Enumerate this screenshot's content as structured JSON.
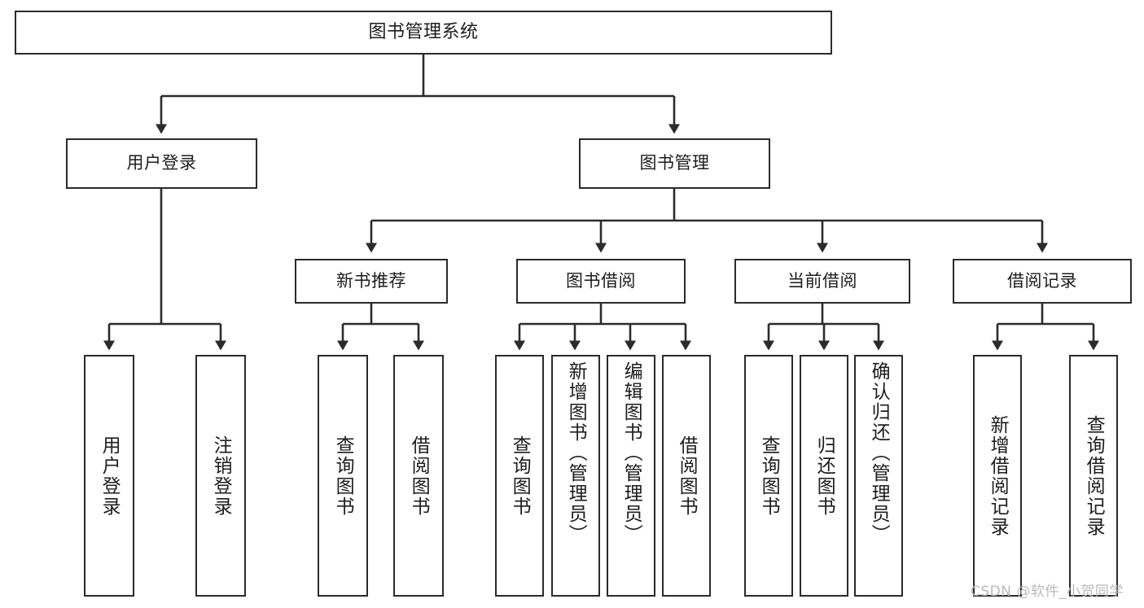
{
  "diagram": {
    "title": "图书管理系统",
    "type": "tree",
    "watermark": "CSDN @软件_小贺同学",
    "stroke_color": "#2b2b2b",
    "fill_color": "#ffffff",
    "text_color": "#1d1d1d",
    "root": {
      "label": "图书管理系统"
    },
    "level1": [
      {
        "label": "用户登录"
      },
      {
        "label": "图书管理"
      }
    ],
    "level2": [
      {
        "label": "新书推荐"
      },
      {
        "label": "图书借阅"
      },
      {
        "label": "当前借阅"
      },
      {
        "label": "借阅记录"
      }
    ],
    "leaves": {
      "user_login": [
        {
          "label": "用户登录"
        },
        {
          "label": "注销登录"
        }
      ],
      "new_book_recommend": [
        {
          "label": "查询图书"
        },
        {
          "label": "借阅图书"
        }
      ],
      "book_borrow": [
        {
          "label": "查询图书"
        },
        {
          "label": "新增图书（管理员）"
        },
        {
          "label": "编辑图书（管理员）"
        },
        {
          "label": "借阅图书"
        }
      ],
      "current_borrow": [
        {
          "label": "查询图书"
        },
        {
          "label": "归还图书"
        },
        {
          "label": "确认归还（管理员）"
        }
      ],
      "borrow_record": [
        {
          "label": "新增借阅记录"
        },
        {
          "label": "查询借阅记录"
        }
      ]
    }
  }
}
